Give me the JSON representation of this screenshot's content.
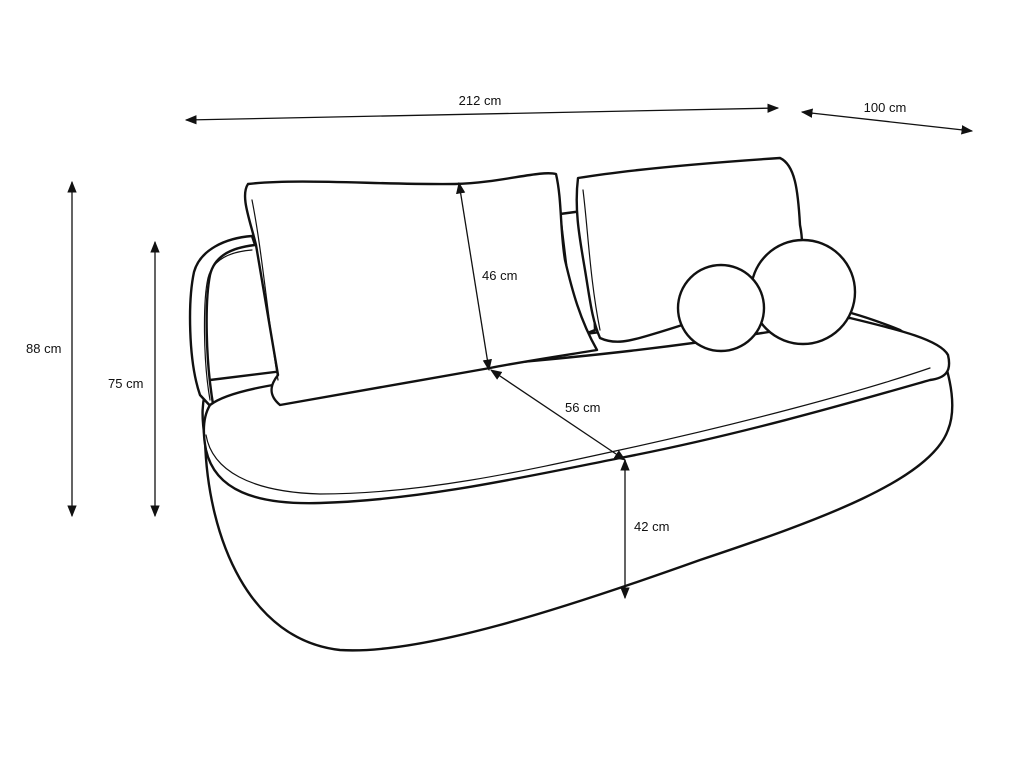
{
  "dimensions": {
    "width": "212 cm",
    "depth": "100 cm",
    "total_height": "88 cm",
    "arm_height": "75 cm",
    "back_cushion_height": "46 cm",
    "seat_depth": "56 cm",
    "seat_height": "42 cm"
  }
}
